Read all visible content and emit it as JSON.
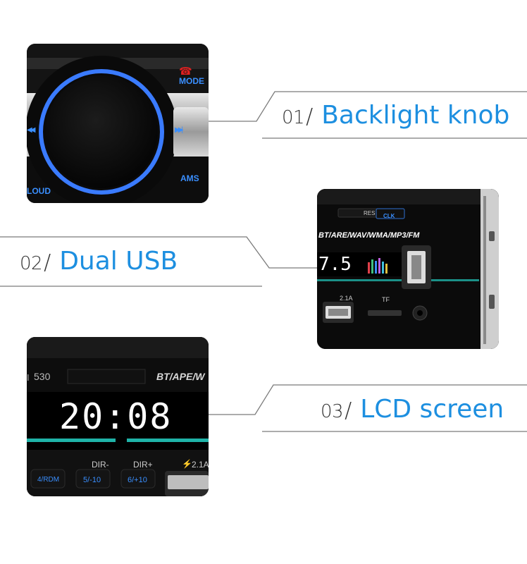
{
  "features": [
    {
      "num": "01",
      "title": "Backlight knob"
    },
    {
      "num": "02",
      "title": "Dual USB"
    },
    {
      "num": "03",
      "title": "LCD screen"
    }
  ],
  "knob_panel": {
    "mode_label": "MODE",
    "ams_label": "AMS",
    "loud_label": "LOUD",
    "prev_glyph": "◀◀",
    "next_glyph": "▶▶|",
    "phone_icon": "phone-hangup-icon"
  },
  "usb_panel": {
    "res_label": "RES",
    "clk_label": "CLK",
    "formats_label": "BT/ARE/WAV/WMA/MP3/FM",
    "display_text": "7.5",
    "usb_label": "2.1A",
    "tf_label": "TF"
  },
  "lcd_panel": {
    "model_label": "530",
    "formats_label": "BT/APE/W",
    "time_text": "20:08",
    "dir_minus_label": "DIR-",
    "dir_plus_label": "DIR+",
    "charge_label": "2.1A",
    "btn_rdm": "4/RDM",
    "btn_5": "5/-10",
    "btn_6": "6/+10"
  },
  "colors": {
    "accent": "#1d8fe0",
    "ring": "#3a7bff",
    "button_text": "#3a8fff",
    "lcd_teal": "#1fb3a8"
  }
}
